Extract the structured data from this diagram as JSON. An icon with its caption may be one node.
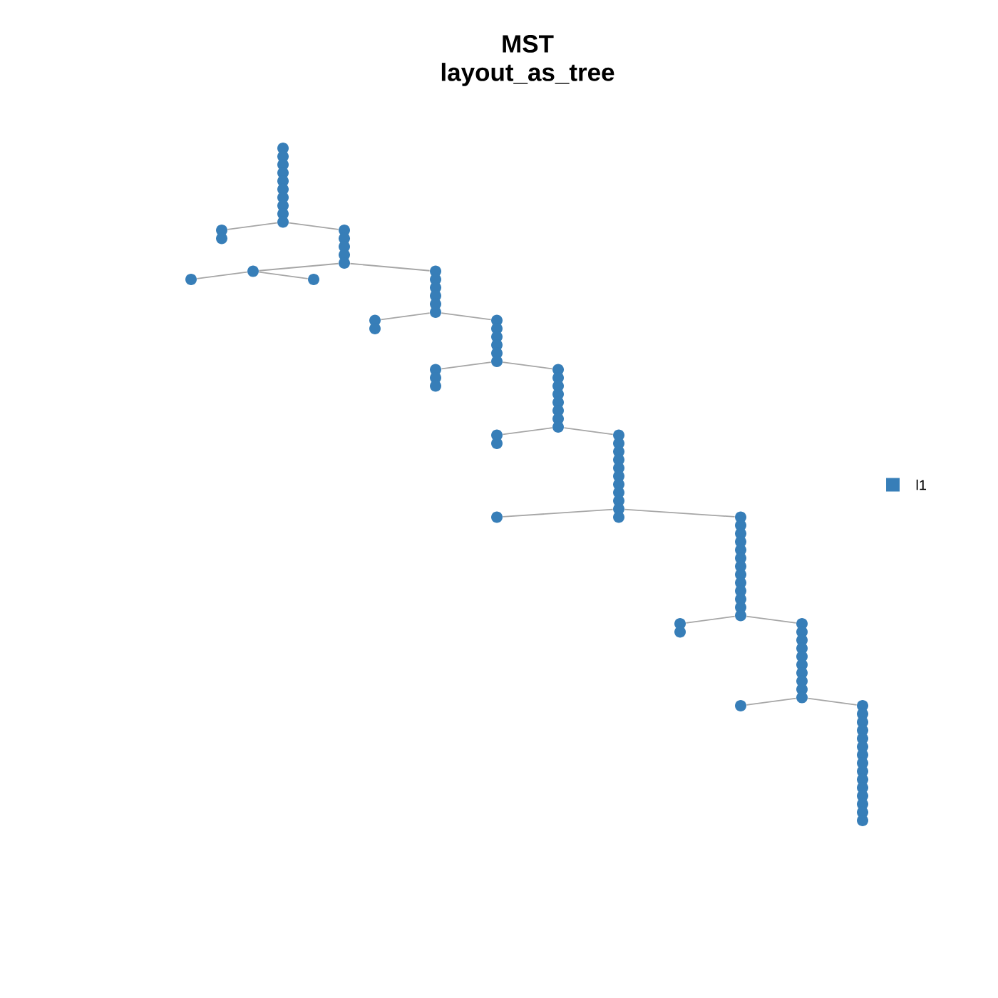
{
  "diagram": {
    "title": "MST layout_as_tree",
    "nodes": [
      {
        "text": [],
        "shape": "circle"
      },
      {
        "text": [],
        "shape": "circle"
      },
      {
        "text": [],
        "shape": "circle"
      },
      {
        "text": [],
        "shape": "circle"
      },
      {
        "text": [],
        "shape": "circle"
      },
      {
        "text": [],
        "shape": "circle"
      },
      {
        "text": [],
        "shape": "circle"
      },
      {
        "text": [],
        "shape": "circle"
      },
      {
        "text": [],
        "shape": "circle"
      },
      {
        "text": [],
        "shape": "circle"
      },
      {
        "text": [],
        "shape": "circle"
      },
      {
        "text": [],
        "shape": "circle"
      },
      {
        "text": [],
        "shape": "circle"
      },
      {
        "text": [],
        "shape": "circle"
      },
      {
        "text": [],
        "shape": "circle"
      },
      {
        "text": [],
        "shape": "circle"
      },
      {
        "text": [],
        "shape": "circle"
      },
      {
        "text": [],
        "shape": "circle"
      },
      {
        "text": [],
        "shape": "circle"
      },
      {
        "text": [],
        "shape": "circle"
      },
      {
        "text": [],
        "shape": "circle"
      },
      {
        "text": [],
        "shape": "circle"
      },
      {
        "text": [],
        "shape": "circle"
      },
      {
        "text": [],
        "shape": "circle"
      },
      {
        "text": [],
        "shape": "circle"
      },
      {
        "text": [],
        "shape": "circle"
      },
      {
        "text": [],
        "shape": "circle"
      },
      {
        "text": [],
        "shape": "circle"
      },
      {
        "text": [],
        "shape": "circle"
      },
      {
        "text": [],
        "shape": "circle"
      },
      {
        "text": [],
        "shape": "circle"
      },
      {
        "text": [],
        "shape": "circle"
      },
      {
        "text": [],
        "shape": "circle"
      },
      {
        "text": [],
        "shape": "circle"
      },
      {
        "text": [],
        "shape": "circle"
      },
      {
        "text": [],
        "shape": "circle"
      },
      {
        "text": [],
        "shape": "circle"
      },
      {
        "text": [],
        "shape": "circle"
      },
      {
        "text": [],
        "shape": "circle"
      },
      {
        "text": [],
        "shape": "circle"
      },
      {
        "text": [],
        "shape": "circle"
      },
      {
        "text": [],
        "shape": "circle"
      },
      {
        "text": [],
        "shape": "circle"
      },
      {
        "text": [],
        "shape": "circle"
      },
      {
        "text": [],
        "shape": "circle"
      },
      {
        "text": [],
        "shape": "circle"
      },
      {
        "text": [],
        "shape": "circle"
      },
      {
        "text": [],
        "shape": "circle"
      },
      {
        "text": [],
        "shape": "circle"
      },
      {
        "text": [],
        "shape": "circle"
      },
      {
        "text": [],
        "shape": "circle"
      },
      {
        "text": [],
        "shape": "circle"
      },
      {
        "text": [],
        "shape": "circle"
      },
      {
        "text": [],
        "shape": "circle"
      },
      {
        "text": [],
        "shape": "circle"
      },
      {
        "text": [],
        "shape": "circle"
      },
      {
        "text": [],
        "shape": "circle"
      },
      {
        "text": [],
        "shape": "circle"
      },
      {
        "text": [],
        "shape": "circle"
      },
      {
        "text": [],
        "shape": "circle"
      },
      {
        "text": [],
        "shape": "circle"
      },
      {
        "text": [],
        "shape": "circle"
      },
      {
        "text": [],
        "shape": "circle"
      },
      {
        "text": [],
        "shape": "circle"
      },
      {
        "text": [],
        "shape": "circle"
      },
      {
        "text": [],
        "shape": "circle"
      },
      {
        "text": [],
        "shape": "circle"
      },
      {
        "text": [],
        "shape": "circle"
      },
      {
        "text": [],
        "shape": "circle"
      },
      {
        "text": [],
        "shape": "circle"
      },
      {
        "text": [],
        "shape": "circle"
      },
      {
        "text": [],
        "shape": "circle"
      },
      {
        "text": [],
        "shape": "circle"
      },
      {
        "text": [],
        "shape": "circle"
      },
      {
        "text": [],
        "shape": "circle"
      },
      {
        "text": [],
        "shape": "circle"
      },
      {
        "text": [],
        "shape": "circle"
      },
      {
        "text": [],
        "shape": "circle"
      },
      {
        "text": [],
        "shape": "circle"
      },
      {
        "text": [],
        "shape": "circle"
      },
      {
        "text": [],
        "shape": "circle"
      },
      {
        "text": [],
        "shape": "circle"
      },
      {
        "text": [],
        "shape": "circle"
      },
      {
        "text": [],
        "shape": "circle"
      },
      {
        "text": [],
        "shape": "circle"
      },
      {
        "text": [],
        "shape": "circle"
      },
      {
        "text": [],
        "shape": "circle"
      },
      {
        "text": [],
        "shape": "circle"
      },
      {
        "text": [],
        "shape": "circle"
      },
      {
        "text": [],
        "shape": "circle"
      },
      {
        "text": [],
        "shape": "circle"
      },
      {
        "text": [],
        "shape": "circle"
      },
      {
        "text": [],
        "shape": "circle"
      },
      {
        "text": [],
        "shape": "circle"
      },
      {
        "text": [],
        "shape": "circle"
      },
      {
        "text": [],
        "shape": "circle"
      },
      {
        "text": [],
        "shape": "circle"
      },
      {
        "text": [],
        "shape": "circle"
      },
      {
        "text": [],
        "shape": "circle"
      },
      {
        "text": [],
        "shape": "circle"
      }
    ],
    "edges": [
      {
        "from": 9,
        "to": 10,
        "arrow": "none"
      },
      {
        "from": 9,
        "to": 12,
        "arrow": "none"
      },
      {
        "from": 16,
        "to": 17,
        "arrow": "none"
      },
      {
        "from": 17,
        "to": 18,
        "arrow": "none"
      },
      {
        "from": 17,
        "to": 19,
        "arrow": "none"
      },
      {
        "from": 16,
        "to": 20,
        "arrow": "none"
      },
      {
        "from": 25,
        "to": 26,
        "arrow": "none"
      },
      {
        "from": 25,
        "to": 28,
        "arrow": "none"
      },
      {
        "from": 33,
        "to": 34,
        "arrow": "none"
      },
      {
        "from": 33,
        "to": 37,
        "arrow": "none"
      },
      {
        "from": 44,
        "to": 45,
        "arrow": "none"
      },
      {
        "from": 44,
        "to": 47,
        "arrow": "none"
      },
      {
        "from": 56,
        "to": 58,
        "arrow": "none"
      },
      {
        "from": 56,
        "to": 59,
        "arrow": "none"
      },
      {
        "from": 71,
        "to": 72,
        "arrow": "none"
      },
      {
        "from": 71,
        "to": 74,
        "arrow": "none"
      },
      {
        "from": 83,
        "to": 84,
        "arrow": "none"
      },
      {
        "from": 83,
        "to": 85,
        "arrow": "none"
      }
    ],
    "legend": [
      {
        "text": "l1",
        "color": "#377eb8"
      }
    ]
  }
}
